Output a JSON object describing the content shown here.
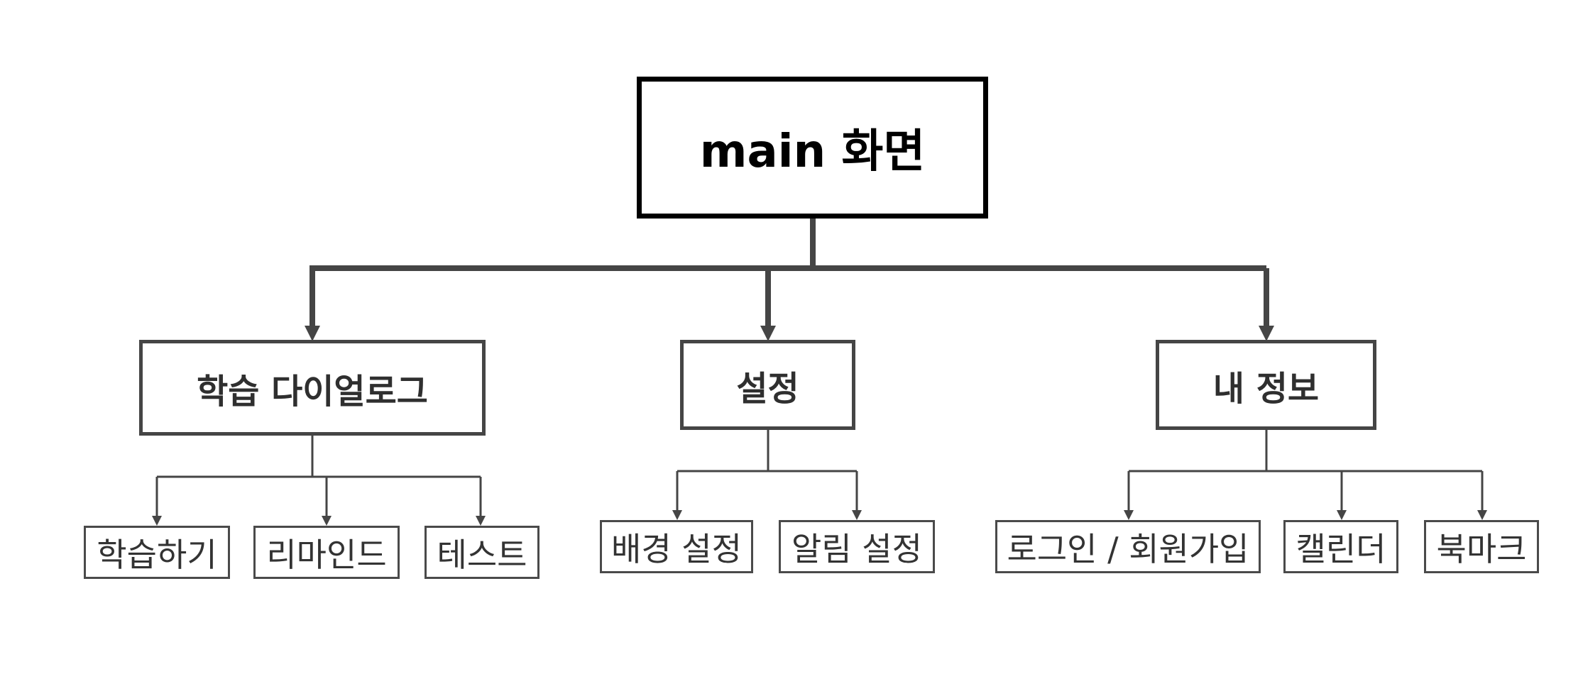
{
  "root": {
    "label": "main 화면"
  },
  "categories": [
    {
      "label": "학습 다이얼로그",
      "children": [
        "학습하기",
        "리마인드",
        "테스트"
      ]
    },
    {
      "label": "설정",
      "children": [
        "배경 설정",
        "알림 설정"
      ]
    },
    {
      "label": "내 정보",
      "children": [
        "로그인 / 회원가입",
        "캘린더",
        "북마크"
      ]
    }
  ],
  "colors": {
    "root_border": "#000000",
    "connector": "#454545",
    "text": "#333333"
  }
}
